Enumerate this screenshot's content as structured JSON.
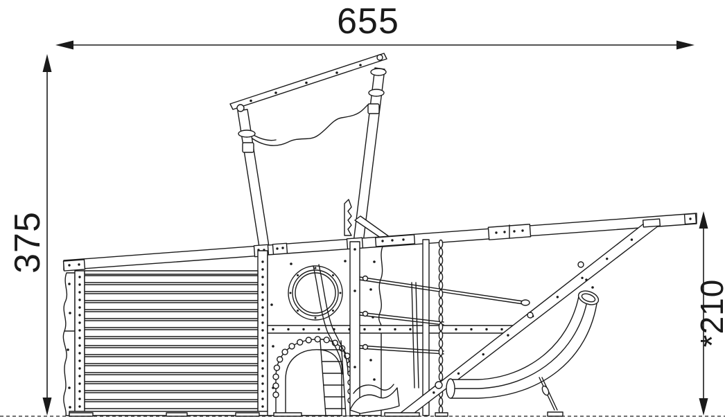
{
  "dimensions": {
    "overall_width": "655",
    "overall_height": "375",
    "platform_height": "*210"
  },
  "colors": {
    "line": "#1a1a1a",
    "background": "#ffffff"
  }
}
